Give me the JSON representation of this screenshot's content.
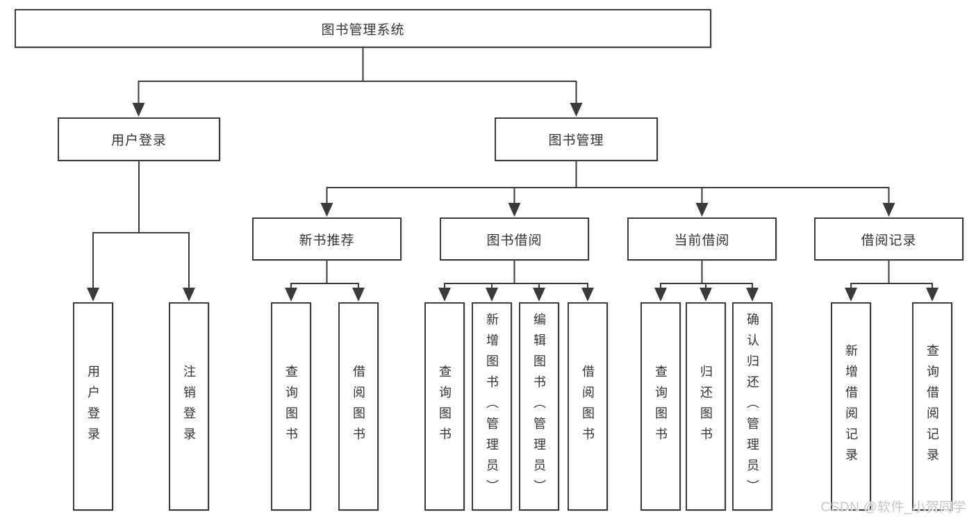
{
  "tree": {
    "root": {
      "label": "图书管理系统"
    },
    "branches": [
      {
        "label": "用户登录",
        "children": [
          {
            "label": "用户登录"
          },
          {
            "label": "注销登录"
          }
        ]
      },
      {
        "label": "图书管理",
        "children": [
          {
            "label": "新书推荐",
            "children": [
              {
                "label": "查询图书"
              },
              {
                "label": "借阅图书"
              }
            ]
          },
          {
            "label": "图书借阅",
            "children": [
              {
                "label": "查询图书"
              },
              {
                "label": "新增图书（管理员）"
              },
              {
                "label": "编辑图书（管理员）"
              },
              {
                "label": "借阅图书"
              }
            ]
          },
          {
            "label": "当前借阅",
            "children": [
              {
                "label": "查询图书"
              },
              {
                "label": "归还图书"
              },
              {
                "label": "确认归还（管理员）"
              }
            ]
          },
          {
            "label": "借阅记录",
            "children": [
              {
                "label": "新增借阅记录"
              },
              {
                "label": "查询借阅记录"
              }
            ]
          }
        ]
      }
    ]
  },
  "watermark": {
    "text": "CSDN @软件_小贺同学"
  },
  "colors": {
    "line": "#3a3a3a",
    "text": "#333333",
    "watermark": "#c6c6c6",
    "background": "#ffffff"
  }
}
